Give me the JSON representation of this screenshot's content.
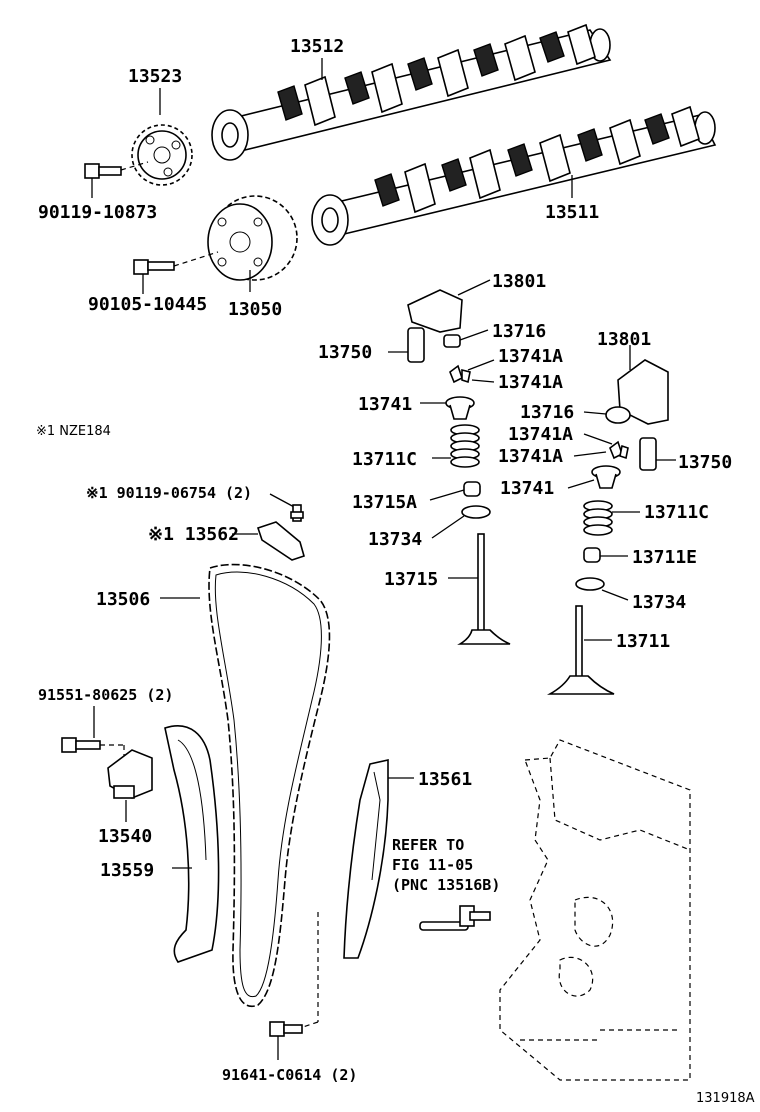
{
  "diagram": {
    "note": "※1 NZE184",
    "figure_id": "131918A",
    "refer": {
      "line1": "REFER TO",
      "line2": "FIG 11-05",
      "line3": "(PNC 13516B)"
    },
    "labels": {
      "p13512": "13512",
      "p13523": "13523",
      "p90119_10873": "90119-10873",
      "p13511": "13511",
      "p90105_10445": "90105-10445",
      "p13050": "13050",
      "p13801_a": "13801",
      "p13716_a": "13716",
      "p13750_a": "13750",
      "p13741A_a": "13741A",
      "p13741A_b": "13741A",
      "p13741_a": "13741",
      "p13801_b": "13801",
      "p13716_b": "13716",
      "p13741A_c": "13741A",
      "p13741A_d": "13741A",
      "p13750_b": "13750",
      "p13711C_a": "13711C",
      "p13741_b": "13741",
      "p90119_06754": "※1 90119-06754 (2)",
      "p13715A": "13715A",
      "p13711C_b": "13711C",
      "p13562": "※1 13562",
      "p13734_a": "13734",
      "p13711E": "13711E",
      "p13506": "13506",
      "p13715": "13715",
      "p13734_b": "13734",
      "p13711": "13711",
      "p91551_80625": "91551-80625 (2)",
      "p13561": "13561",
      "p13540": "13540",
      "p13559": "13559",
      "p91641_C0614": "91641-C0614 (2)"
    }
  }
}
